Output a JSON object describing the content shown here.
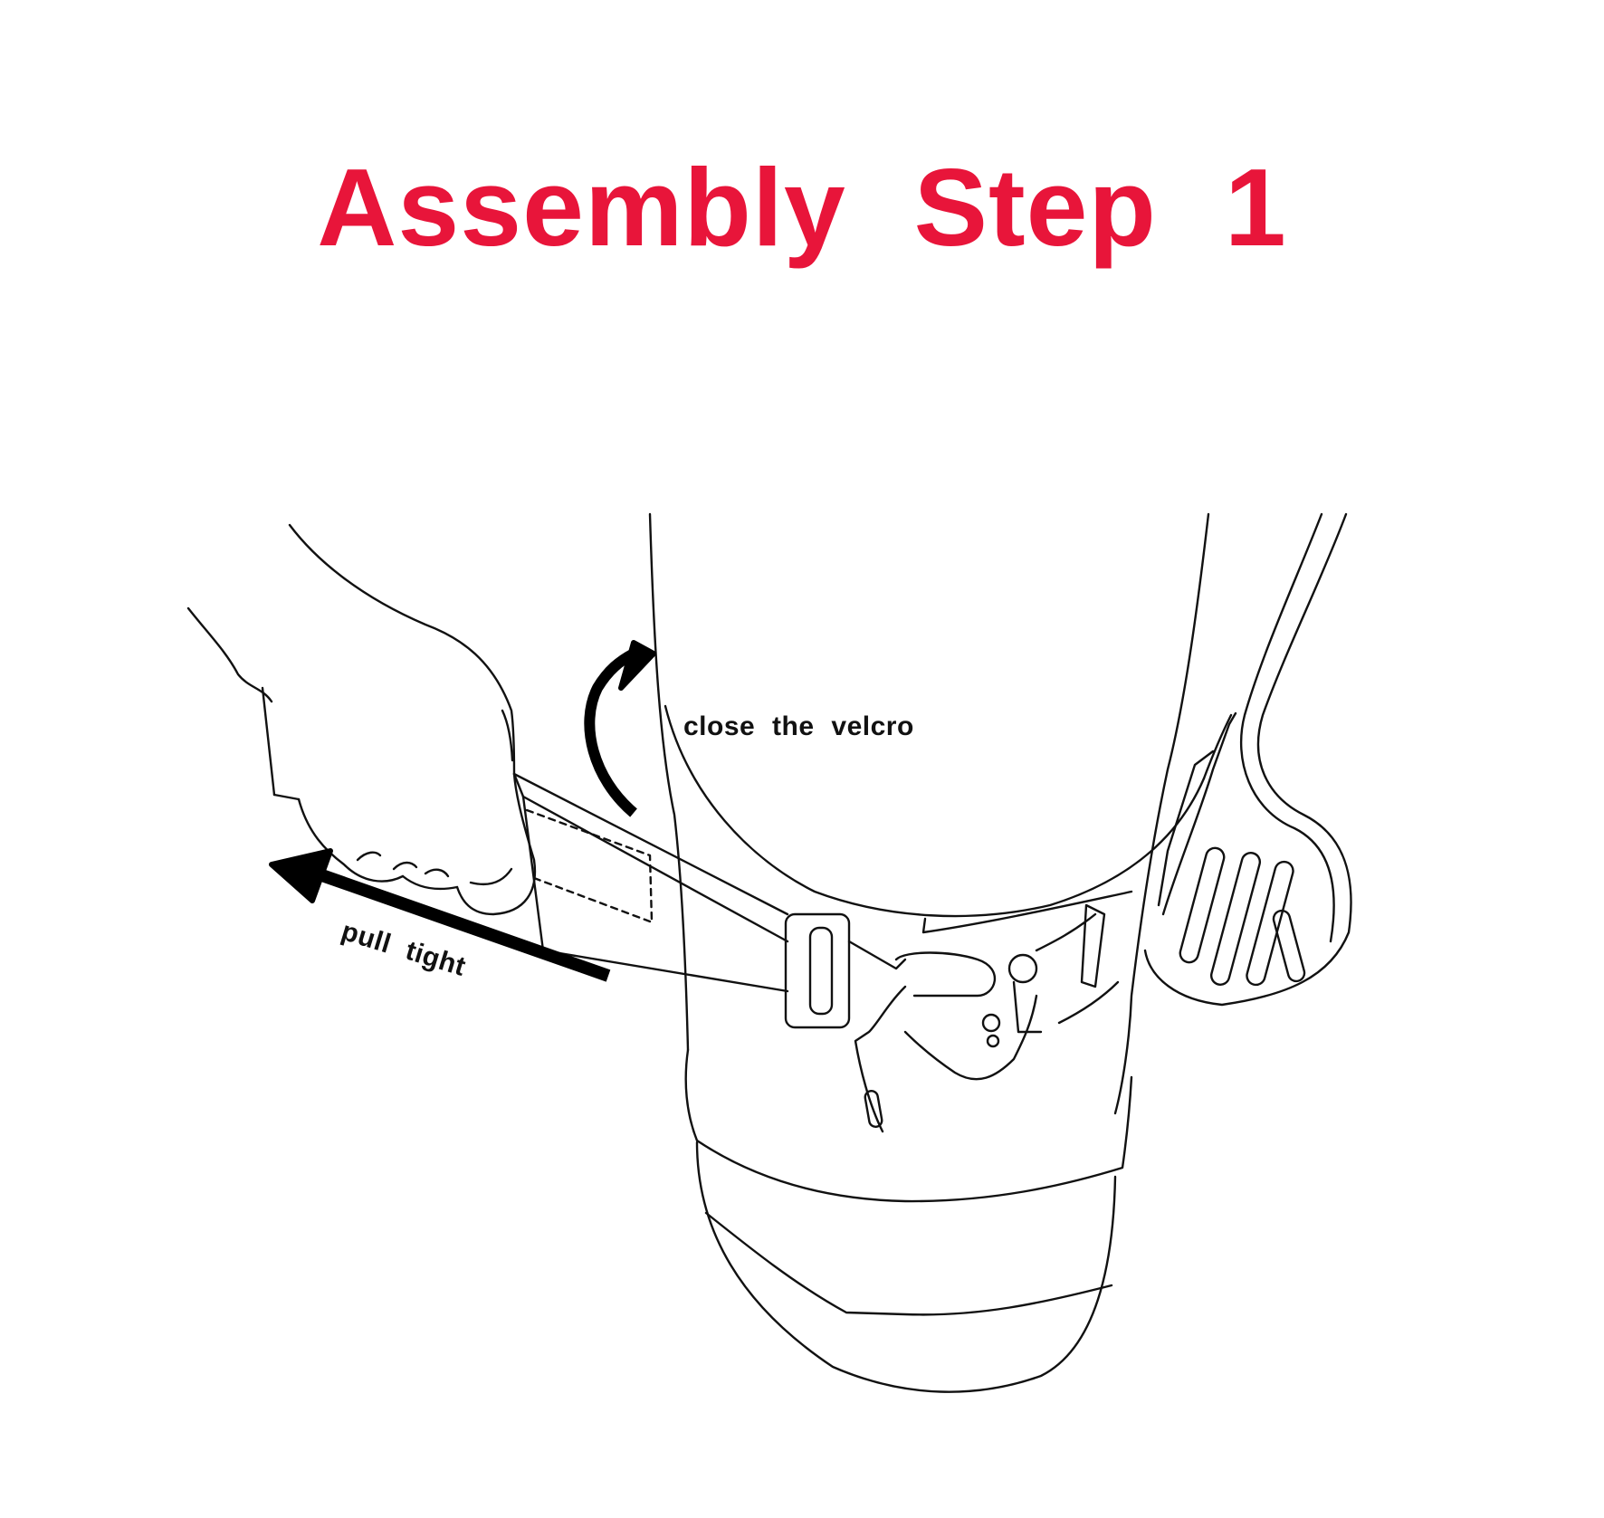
{
  "title": "Assembly  Step 1",
  "labels": {
    "close_velcro": "close  the  velcro",
    "pull_tight": "pull  tight"
  },
  "colors": {
    "title": "#e8153a",
    "line": "#111111",
    "background": "#ffffff"
  },
  "icons": [
    "curved-arrow-icon",
    "straight-arrow-icon"
  ]
}
